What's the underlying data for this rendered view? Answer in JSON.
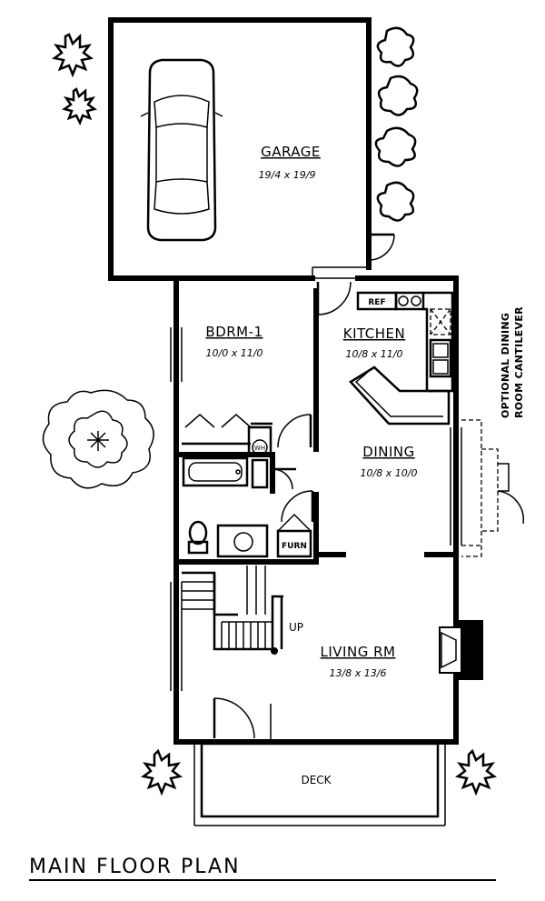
{
  "title": "MAIN FLOOR PLAN",
  "rooms": {
    "garage": {
      "name": "GARAGE",
      "dim": "19/4 x 19/9"
    },
    "bedroom": {
      "name": "BDRM-1",
      "dim": "10/0 x 11/0"
    },
    "kitchen": {
      "name": "KITCHEN",
      "dim": "10/8 x 11/0"
    },
    "dining": {
      "name": "DINING",
      "dim": "10/8 x 10/0"
    },
    "living": {
      "name": "LIVING RM",
      "dim": "13/8 x 13/6"
    },
    "deck": {
      "name": "DECK"
    }
  },
  "fixtures": {
    "ref": "REF",
    "wh": "WH",
    "furn": "FURN",
    "up": "UP"
  },
  "optional": {
    "line1": "OPTIONAL DINING",
    "line2": "ROOM CANTILEVER"
  }
}
